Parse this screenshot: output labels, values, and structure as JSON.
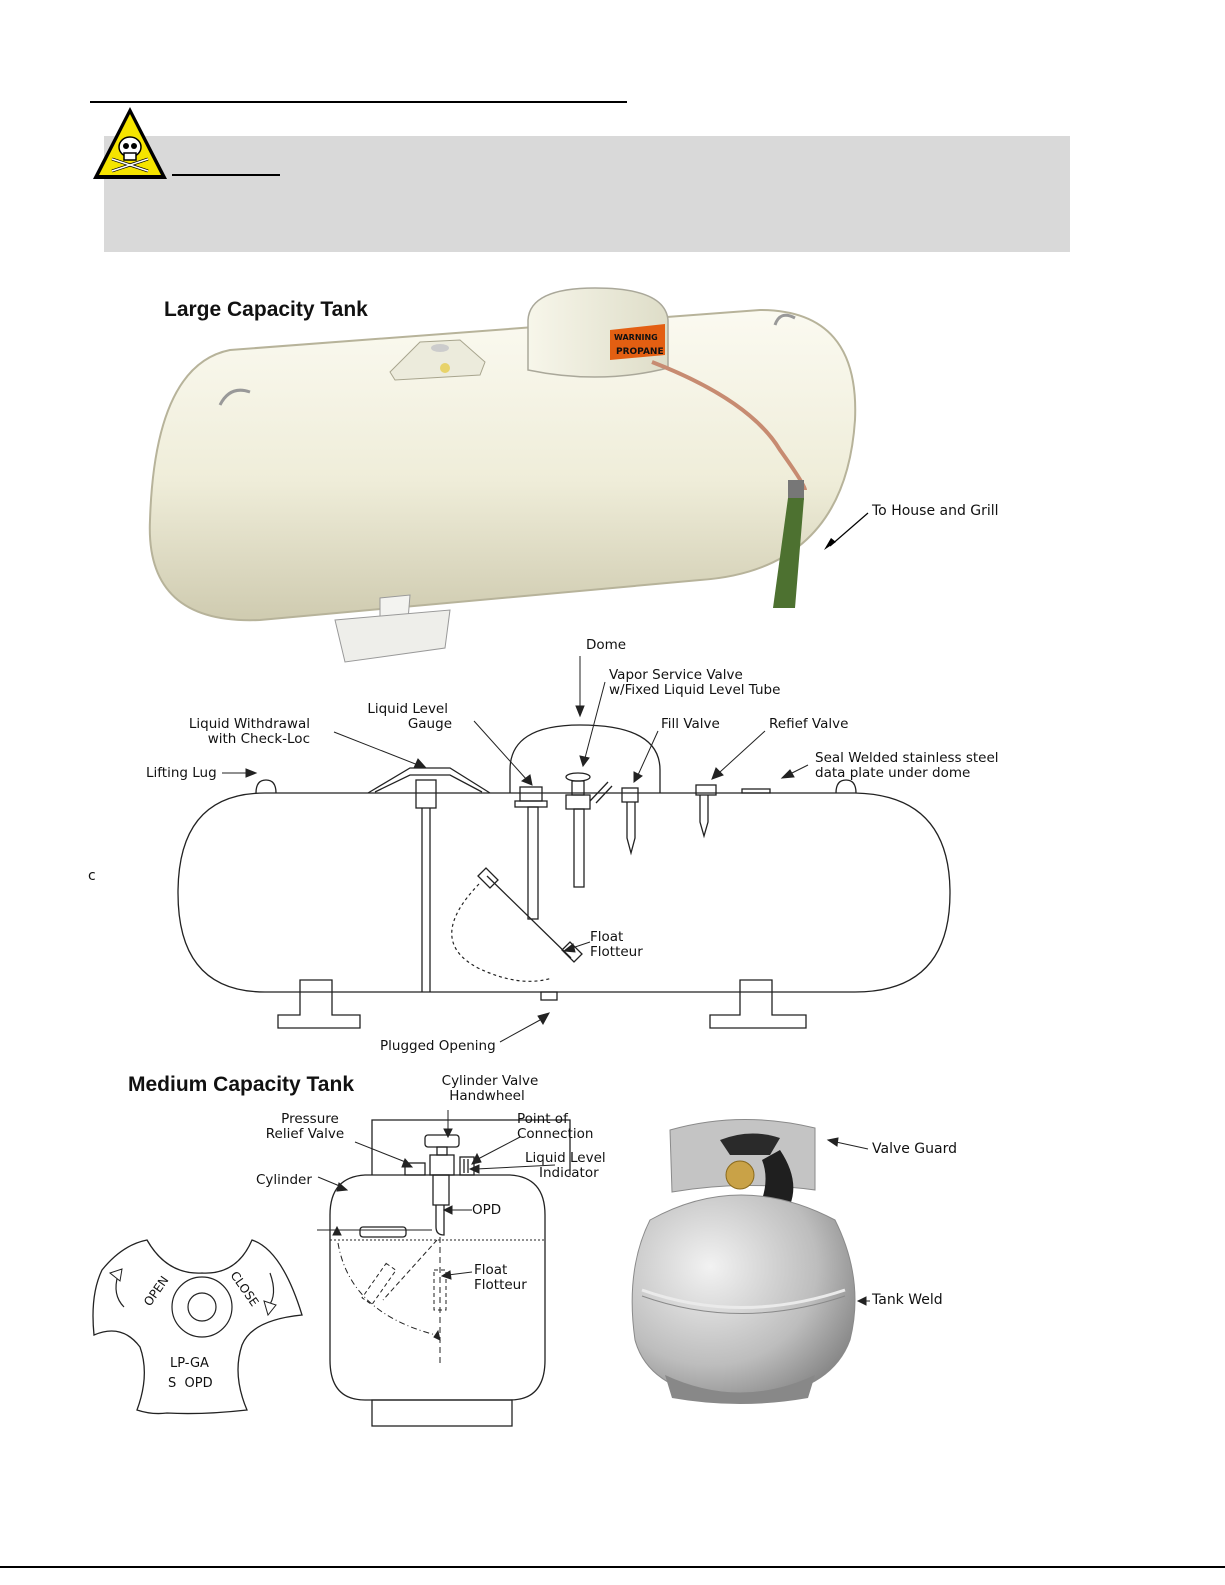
{
  "large_tank": {
    "title": "Large Capacity Tank",
    "photo_callout": "To House and Grill",
    "dome_warning_text": "WARNING",
    "dome_propane_text": "PROPANE"
  },
  "diagram": {
    "stray_char": "c",
    "labels": {
      "dome": "Dome",
      "vapor_valve_1": "Vapor Service Valve",
      "vapor_valve_2": "w/Fixed Liquid Level Tube",
      "liquid_level_1": "Liquid Level",
      "liquid_level_2": "Gauge",
      "withdrawal_1": "Liquid Withdrawal",
      "withdrawal_2": "with Check-Loc",
      "fill_valve": "Fill Valve",
      "relief_valve": "Refief Valve",
      "data_plate_1": "Seal Welded stainless steel",
      "data_plate_2": "data plate under dome",
      "lifting_lug": "Lifting Lug",
      "float": "Float",
      "flotteur": "Flotteur",
      "plugged": "Plugged Opening"
    }
  },
  "medium_tank": {
    "title": "Medium Capacity Tank",
    "labels": {
      "cyl_valve_1": "Cylinder Valve",
      "cyl_valve_2": "Handwheel",
      "pressure_relief_1": "Pressure",
      "pressure_relief_2": "Relief Valve",
      "point_conn_1": "Point of",
      "point_conn_2": "Connection",
      "liquid_ind_1": "Liquid Level",
      "liquid_ind_2": "Indicator",
      "cylinder": "Cylinder",
      "opd": "OPD",
      "float": "Float",
      "flotteur": "Flotteur",
      "valve_guard": "Valve Guard",
      "tank_weld": "Tank Weld"
    },
    "handwheel": {
      "open": "OPEN",
      "close": "CLOSE",
      "lp_1": "LP-GA",
      "lp_2": "S  OPD"
    }
  }
}
